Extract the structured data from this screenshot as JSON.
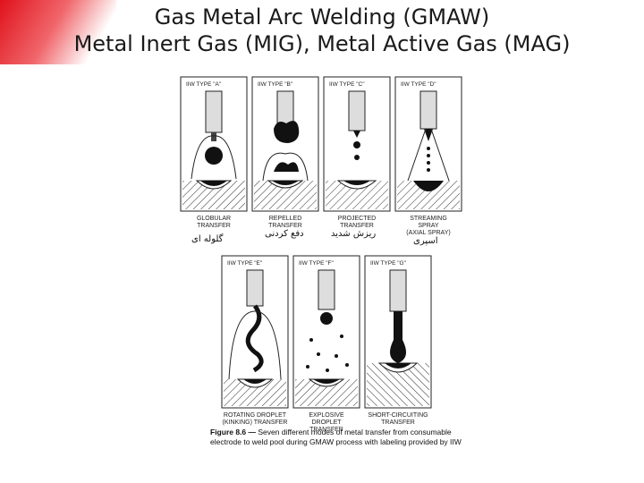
{
  "title": {
    "line1": "Gas Metal Arc Welding (GMAW)",
    "line2": "Metal Inert Gas (MIG), Metal Active Gas (MAG)"
  },
  "figure": {
    "panels": [
      {
        "iiw_label": "IIW TYPE \"A\"",
        "caption_lines": [
          "GLOBULAR",
          "TRANSFER"
        ],
        "farsi_label": "گلوله ای"
      },
      {
        "iiw_label": "IIW TYPE \"B\"",
        "caption_lines": [
          "REPELLED",
          "TRANSFER"
        ],
        "farsi_label": "دفع کردنی"
      },
      {
        "iiw_label": "IIW TYPE \"C\"",
        "caption_lines": [
          "PROJECTED",
          "TRANSFER"
        ],
        "farsi_label": "ریزش شدید"
      },
      {
        "iiw_label": "IIW TYPE \"D\"",
        "caption_lines": [
          "STREAMING",
          "SPRAY",
          "(AXIAL SPRAY)"
        ],
        "farsi_label": "اسپری"
      },
      {
        "iiw_label": "IIW TYPE \"E\"",
        "caption_lines": [
          "ROTATING DROPLET",
          "(KINKING) TRANSFER"
        ],
        "farsi_label": ""
      },
      {
        "iiw_label": "IIW TYPE \"F\"",
        "caption_lines": [
          "EXPLOSIVE",
          "DROPLET",
          "TRANSFER"
        ],
        "farsi_label": ""
      },
      {
        "iiw_label": "IIW TYPE \"G\"",
        "caption_lines": [
          "SHORT-CIRCUITING",
          "TRANSFER"
        ],
        "farsi_label": ""
      }
    ],
    "caption": {
      "prefix": "Figure 8.6 —",
      "text": " Seven different modes of metal transfer from consumable electrode to weld pool during GMAW process with labeling provided by IIW"
    }
  }
}
